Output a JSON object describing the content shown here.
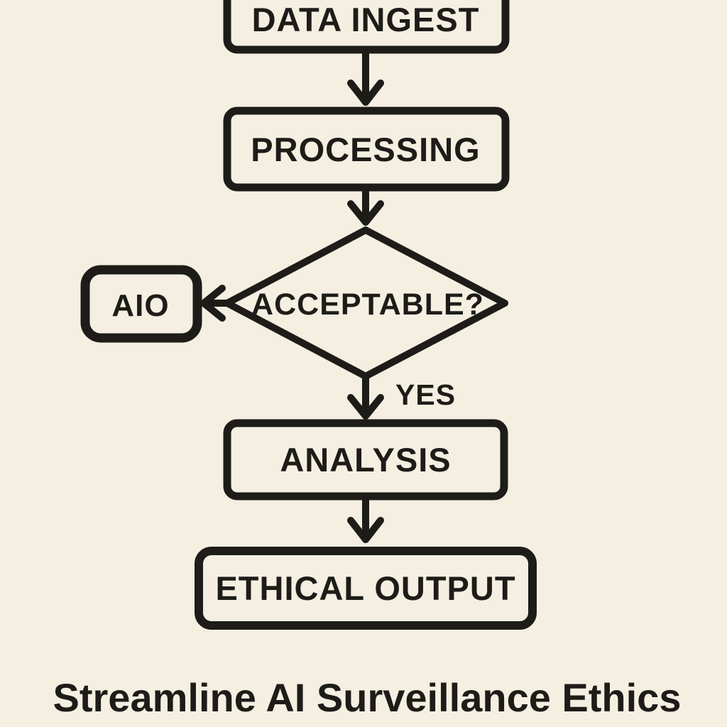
{
  "diagram": {
    "type": "flowchart",
    "background_color": "#f5efe2",
    "line_color": "#1d1c18",
    "nodes": [
      {
        "id": "data-ingest",
        "shape": "rectangle",
        "label": "DATA INGEST",
        "note": "partially cut off at top of image"
      },
      {
        "id": "processing",
        "shape": "rectangle",
        "label": "PROCESSING"
      },
      {
        "id": "acceptable",
        "shape": "diamond",
        "label": "ACCEPTABLE?"
      },
      {
        "id": "aio",
        "shape": "rectangle",
        "label": "AIO"
      },
      {
        "id": "analysis",
        "shape": "rectangle",
        "label": "ANALYSIS"
      },
      {
        "id": "ethical-output",
        "shape": "rectangle",
        "label": "ETHICAL OUTPUT"
      }
    ],
    "edges": [
      {
        "from": "data-ingest",
        "to": "processing",
        "label": ""
      },
      {
        "from": "processing",
        "to": "acceptable",
        "label": ""
      },
      {
        "from": "acceptable",
        "to": "aio",
        "label": "",
        "direction": "left"
      },
      {
        "from": "acceptable",
        "to": "analysis",
        "label": "YES",
        "direction": "down"
      },
      {
        "from": "analysis",
        "to": "ethical-output",
        "label": ""
      }
    ],
    "yes_label": "YES",
    "caption": "Streamline AI Surveillance Ethics"
  }
}
